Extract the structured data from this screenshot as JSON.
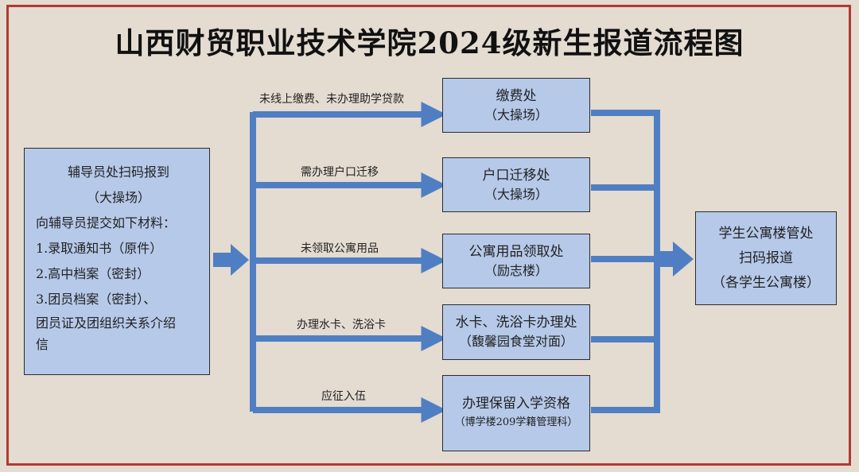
{
  "title": "山西财贸职业技术学院2024级新生报道流程图",
  "start": {
    "lines": [
      "辅导员处扫码报到",
      "（大操场）",
      "向辅导员提交如下材料：",
      "1.录取通知书（原件）",
      "2.高中档案（密封）",
      "3.团员档案（密封）、",
      "团员证及团组织关系介绍",
      "信"
    ]
  },
  "steps": [
    {
      "condition": "未线上缴费、未办理助学贷款",
      "name": "缴费处",
      "location": "（大操场）"
    },
    {
      "condition": "需办理户口迁移",
      "name": "户口迁移处",
      "location": "（大操场）"
    },
    {
      "condition": "未领取公寓用品",
      "name": "公寓用品领取处",
      "location": "（励志楼）"
    },
    {
      "condition": "办理水卡、洗浴卡",
      "name": "水卡、洗浴卡办理处",
      "location": "（馥馨园食堂对面）"
    },
    {
      "condition": "应征入伍",
      "name": "办理保留入学资格",
      "location": "（博学楼209学籍管理科）"
    }
  ],
  "end": {
    "lines": [
      "学生公寓楼管处",
      "扫码报道",
      "（各学生公寓楼）"
    ]
  },
  "colors": {
    "box": "#b6c9e9",
    "arrow": "#4f7fc2",
    "border": "#b03a33",
    "background": "#e4dbd1"
  }
}
